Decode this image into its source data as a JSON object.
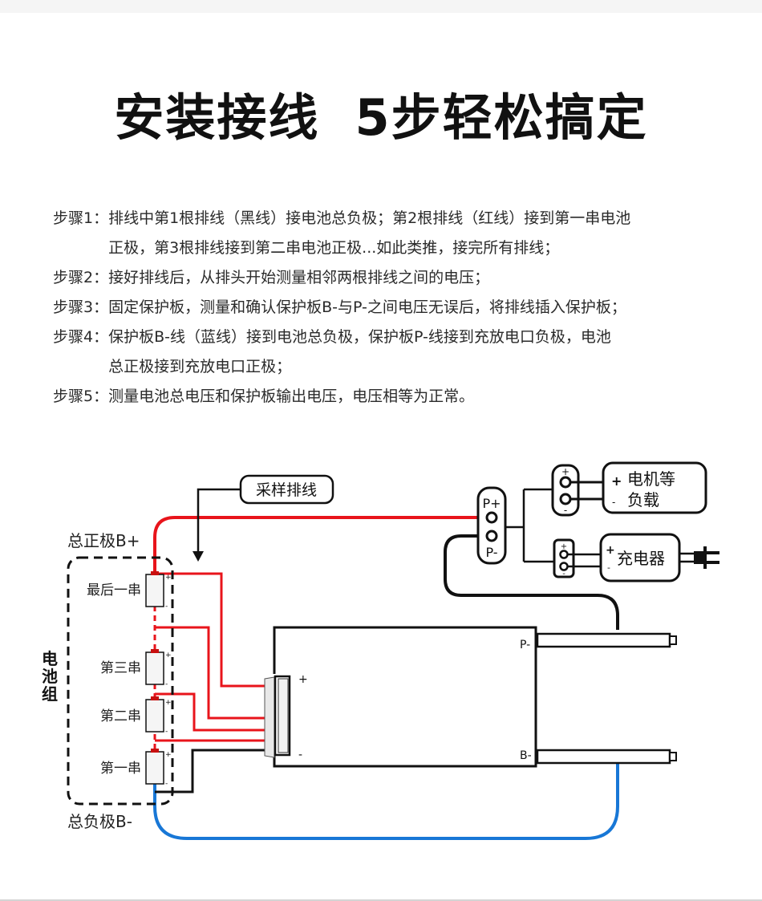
{
  "title": {
    "part1": "安装接线",
    "part2": "5步轻松搞定"
  },
  "steps": [
    {
      "label": "步骤1：",
      "lines": [
        "排线中第1根排线（黑线）接电池总负极；第2根排线（红线）接到第一串电池",
        "正极，第3根排线接到第二串电池正极...如此类推，接完所有排线；"
      ]
    },
    {
      "label": "步骤2：",
      "lines": [
        "接好排线后，从排头开始测量相邻两根排线之间的电压；"
      ]
    },
    {
      "label": "步骤3：",
      "lines": [
        "固定保护板，测量和确认保护板B-与P-之间电压无误后，将排线插入保护板；"
      ]
    },
    {
      "label": "步骤4：",
      "lines": [
        "保护板B-线（蓝线）接到电池总负极，保护板P-线接到充放电口负极，电池",
        "总正极接到充放电口正极；"
      ]
    },
    {
      "label": "步骤5：",
      "lines": [
        "测量电池总电压和保护板输出电压，电压相等为正常。"
      ]
    }
  ],
  "diagram": {
    "sampling_wire_label": "采样排线",
    "battery_pack_label": "电池组",
    "total_positive_label": "总正极B+",
    "total_negative_label": "总负极B-",
    "cells": [
      "最后一串",
      "第三串",
      "第二串",
      "第一串"
    ],
    "cell_plus": "+",
    "cell_minus": "-",
    "board_connector_plus": "+",
    "board_connector_minus": "-",
    "board_p_minus": "P-",
    "board_b_minus": "B-",
    "port_p_plus": "P+",
    "port_p_minus": "P-",
    "load_label_line1": "电机等",
    "load_label_line2": "负载",
    "charger_label": "充电器",
    "small_plus": "+",
    "small_minus": "-",
    "colors": {
      "red_wire": "#e8141b",
      "blue_wire": "#1877d6",
      "black_wire": "#111111"
    }
  }
}
